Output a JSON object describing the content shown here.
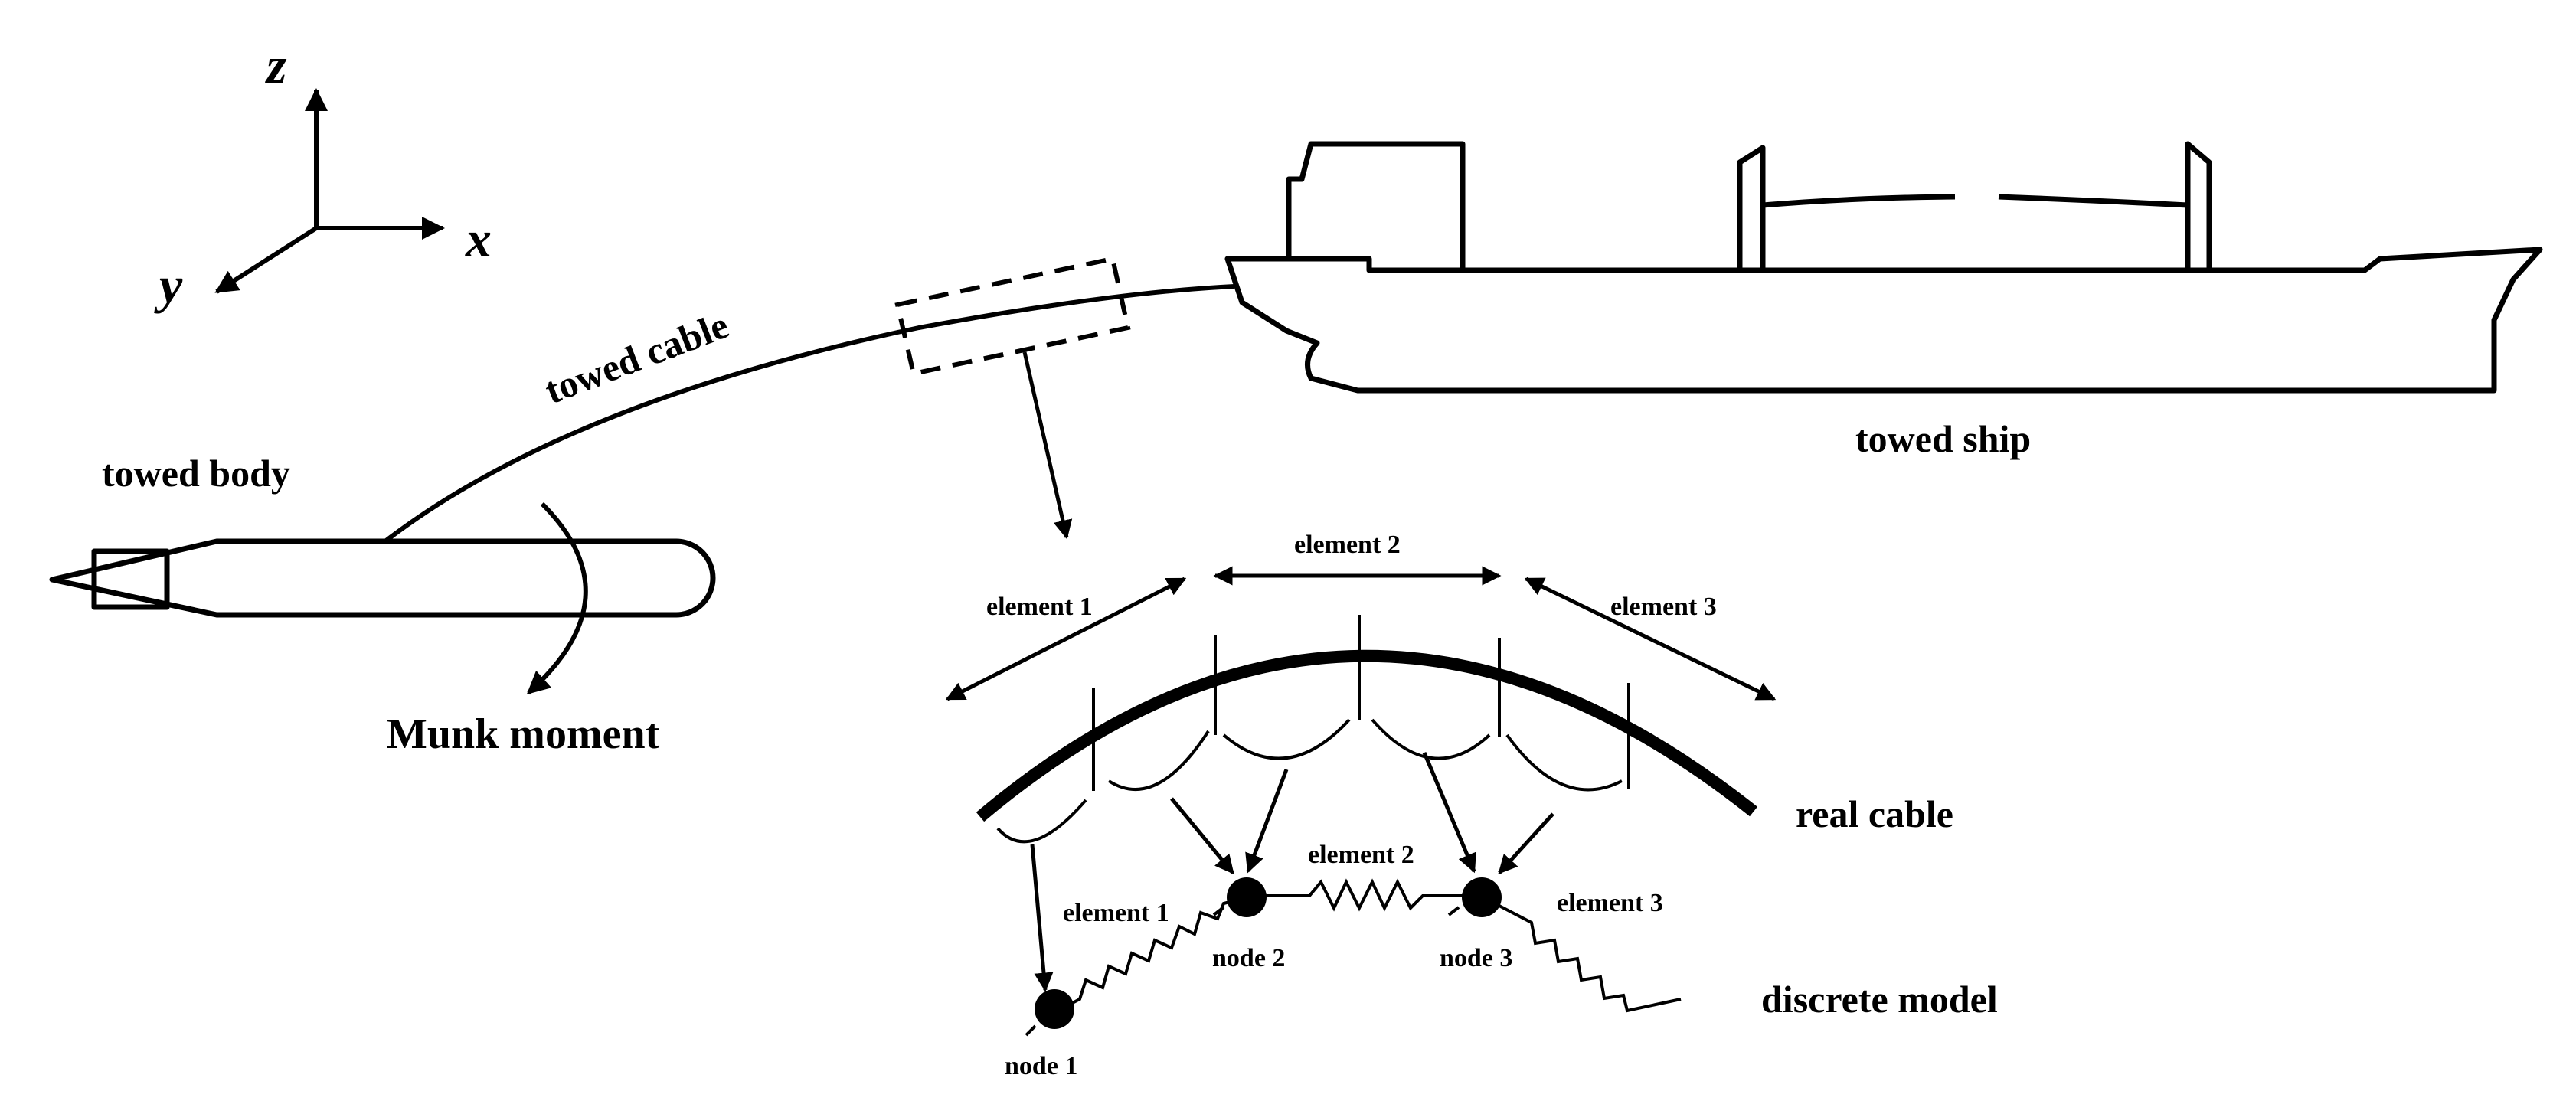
{
  "axes": {
    "z": "z",
    "x": "x",
    "y": "y"
  },
  "labels": {
    "towed_cable": "towed cable",
    "towed_body": "towed body",
    "munk_moment": "Munk moment",
    "towed_ship": "towed ship",
    "element_1_top": "element 1",
    "element_2_top": "element 2",
    "element_3_top": "element 3",
    "real_cable": "real cable",
    "element_1_bottom": "element 1",
    "element_2_bottom": "element 2",
    "element_3_bottom": "element 3",
    "node_1": "node 1",
    "node_2": "node 2",
    "node_3": "node 3",
    "discrete_model": "discrete model"
  },
  "colors": {
    "stroke": "#000000",
    "background": "#ffffff"
  }
}
